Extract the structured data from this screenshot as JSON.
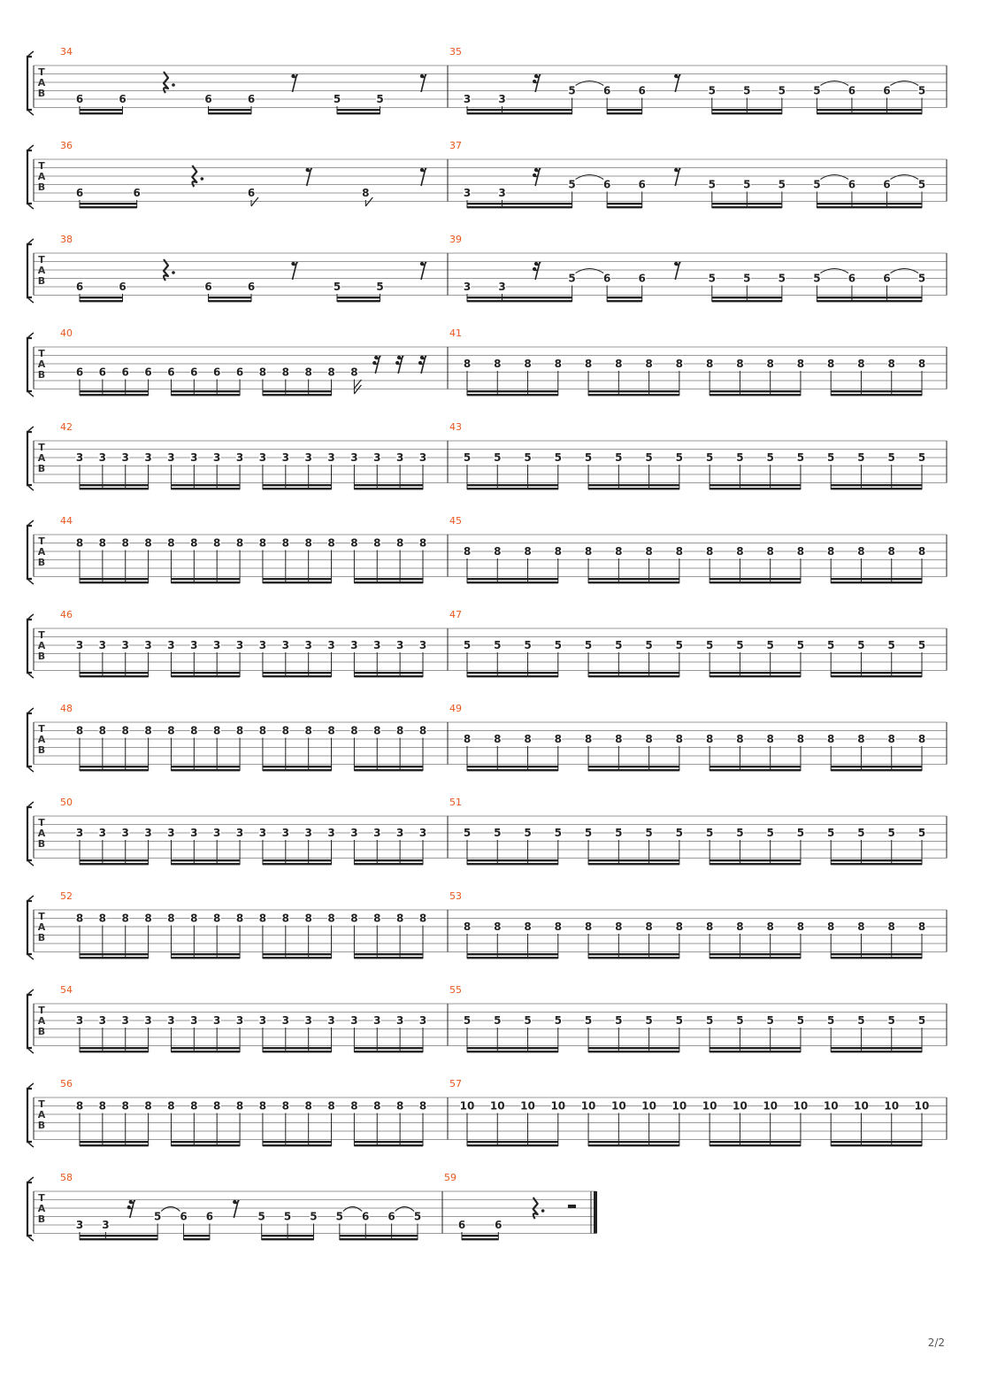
{
  "page": {
    "number_label": "2/2"
  },
  "colors": {
    "ink": "#222222",
    "staff_line": "#9a9a9a",
    "measure_number": "#e8571e"
  },
  "tab_clef": [
    "T",
    "A",
    "B"
  ],
  "systems": [
    {
      "measures": [
        {
          "number": "34",
          "events": [
            {
              "t": "n",
              "f": "6",
              "s": 4,
              "g": 1
            },
            {
              "t": "n",
              "f": "6",
              "s": 4,
              "g": 1
            },
            {
              "t": "r",
              "r": "q."
            },
            {
              "t": "n",
              "f": "6",
              "s": 4,
              "g": 2
            },
            {
              "t": "n",
              "f": "6",
              "s": 4,
              "g": 2
            },
            {
              "t": "r",
              "r": "e"
            },
            {
              "t": "n",
              "f": "5",
              "s": 4,
              "g": 3
            },
            {
              "t": "n",
              "f": "5",
              "s": 4,
              "g": 3
            },
            {
              "t": "r",
              "r": "e"
            }
          ]
        },
        {
          "number": "35",
          "events": [
            {
              "t": "n",
              "f": "3",
              "s": 4,
              "g": 1
            },
            {
              "t": "n",
              "f": "3",
              "s": 4,
              "g": 1
            },
            {
              "t": "r",
              "r": "s"
            },
            {
              "t": "n",
              "f": "5",
              "s": 3,
              "g": 1,
              "tie": "start"
            },
            {
              "t": "n",
              "f": "6",
              "s": 3,
              "g": 2,
              "tie": "end"
            },
            {
              "t": "n",
              "f": "6",
              "s": 3,
              "g": 2
            },
            {
              "t": "r",
              "r": "e"
            },
            {
              "t": "n",
              "f": "5",
              "s": 3,
              "g": 3
            },
            {
              "t": "n",
              "f": "5",
              "s": 3,
              "g": 3
            },
            {
              "t": "n",
              "f": "5",
              "s": 3,
              "g": 3
            },
            {
              "t": "n",
              "f": "5",
              "s": 3,
              "g": 4,
              "tie": "start"
            },
            {
              "t": "n",
              "f": "6",
              "s": 3,
              "g": 4,
              "tie": "end"
            },
            {
              "t": "n",
              "f": "6",
              "s": 3,
              "g": 4,
              "tie": "start"
            },
            {
              "t": "n",
              "f": "5",
              "s": 3,
              "g": 4,
              "tie": "end"
            }
          ]
        }
      ]
    },
    {
      "measures": [
        {
          "number": "36",
          "events": [
            {
              "t": "n",
              "f": "6",
              "s": 4,
              "g": 1
            },
            {
              "t": "n",
              "f": "6",
              "s": 4,
              "g": 1
            },
            {
              "t": "r",
              "r": "q."
            },
            {
              "t": "n",
              "f": "6",
              "s": 4,
              "flag": true
            },
            {
              "t": "r",
              "r": "e"
            },
            {
              "t": "n",
              "f": "8",
              "s": 4,
              "flag": true
            },
            {
              "t": "r",
              "r": "e"
            }
          ]
        },
        {
          "number": "37",
          "events": [
            {
              "t": "n",
              "f": "3",
              "s": 4,
              "g": 1
            },
            {
              "t": "n",
              "f": "3",
              "s": 4,
              "g": 1
            },
            {
              "t": "r",
              "r": "s"
            },
            {
              "t": "n",
              "f": "5",
              "s": 3,
              "g": 1,
              "tie": "start"
            },
            {
              "t": "n",
              "f": "6",
              "s": 3,
              "g": 2,
              "tie": "end"
            },
            {
              "t": "n",
              "f": "6",
              "s": 3,
              "g": 2
            },
            {
              "t": "r",
              "r": "e"
            },
            {
              "t": "n",
              "f": "5",
              "s": 3,
              "g": 3
            },
            {
              "t": "n",
              "f": "5",
              "s": 3,
              "g": 3
            },
            {
              "t": "n",
              "f": "5",
              "s": 3,
              "g": 3
            },
            {
              "t": "n",
              "f": "5",
              "s": 3,
              "g": 4,
              "tie": "start"
            },
            {
              "t": "n",
              "f": "6",
              "s": 3,
              "g": 4,
              "tie": "end"
            },
            {
              "t": "n",
              "f": "6",
              "s": 3,
              "g": 4,
              "tie": "start"
            },
            {
              "t": "n",
              "f": "5",
              "s": 3,
              "g": 4,
              "tie": "end"
            }
          ]
        }
      ]
    },
    {
      "measures": [
        {
          "number": "38",
          "events": [
            {
              "t": "n",
              "f": "6",
              "s": 4,
              "g": 1
            },
            {
              "t": "n",
              "f": "6",
              "s": 4,
              "g": 1
            },
            {
              "t": "r",
              "r": "q."
            },
            {
              "t": "n",
              "f": "6",
              "s": 4,
              "g": 2
            },
            {
              "t": "n",
              "f": "6",
              "s": 4,
              "g": 2
            },
            {
              "t": "r",
              "r": "e"
            },
            {
              "t": "n",
              "f": "5",
              "s": 4,
              "g": 3
            },
            {
              "t": "n",
              "f": "5",
              "s": 4,
              "g": 3
            },
            {
              "t": "r",
              "r": "e"
            }
          ]
        },
        {
          "number": "39",
          "events": [
            {
              "t": "n",
              "f": "3",
              "s": 4,
              "g": 1
            },
            {
              "t": "n",
              "f": "3",
              "s": 4,
              "g": 1
            },
            {
              "t": "r",
              "r": "s"
            },
            {
              "t": "n",
              "f": "5",
              "s": 3,
              "g": 1,
              "tie": "start"
            },
            {
              "t": "n",
              "f": "6",
              "s": 3,
              "g": 2,
              "tie": "end"
            },
            {
              "t": "n",
              "f": "6",
              "s": 3,
              "g": 2
            },
            {
              "t": "r",
              "r": "e"
            },
            {
              "t": "n",
              "f": "5",
              "s": 3,
              "g": 3
            },
            {
              "t": "n",
              "f": "5",
              "s": 3,
              "g": 3
            },
            {
              "t": "n",
              "f": "5",
              "s": 3,
              "g": 3
            },
            {
              "t": "n",
              "f": "5",
              "s": 3,
              "g": 4,
              "tie": "start"
            },
            {
              "t": "n",
              "f": "6",
              "s": 3,
              "g": 4,
              "tie": "end"
            },
            {
              "t": "n",
              "f": "6",
              "s": 3,
              "g": 4,
              "tie": "start"
            },
            {
              "t": "n",
              "f": "5",
              "s": 3,
              "g": 4,
              "tie": "end"
            }
          ]
        }
      ]
    },
    {
      "measures": [
        {
          "number": "40",
          "events": [
            {
              "t": "n",
              "f": "6",
              "s": 3,
              "g": 1
            },
            {
              "t": "n",
              "f": "6",
              "s": 3,
              "g": 1
            },
            {
              "t": "n",
              "f": "6",
              "s": 3,
              "g": 1
            },
            {
              "t": "n",
              "f": "6",
              "s": 3,
              "g": 1
            },
            {
              "t": "n",
              "f": "6",
              "s": 3,
              "g": 2
            },
            {
              "t": "n",
              "f": "6",
              "s": 3,
              "g": 2
            },
            {
              "t": "n",
              "f": "6",
              "s": 3,
              "g": 2
            },
            {
              "t": "n",
              "f": "6",
              "s": 3,
              "g": 2
            },
            {
              "t": "n",
              "f": "8",
              "s": 3,
              "g": 3
            },
            {
              "t": "n",
              "f": "8",
              "s": 3,
              "g": 3
            },
            {
              "t": "n",
              "f": "8",
              "s": 3,
              "g": 3
            },
            {
              "t": "n",
              "f": "8",
              "s": 3,
              "g": 3
            },
            {
              "t": "n",
              "f": "8",
              "s": 3,
              "flag": true,
              "double": true
            },
            {
              "t": "r",
              "r": "s"
            },
            {
              "t": "r",
              "r": "s"
            },
            {
              "t": "r",
              "r": "s"
            }
          ]
        },
        {
          "number": "41",
          "events": [
            {
              "t": "n",
              "f": "8",
              "s": 2,
              "g": 1
            },
            {
              "t": "n",
              "f": "8",
              "s": 2,
              "g": 1
            },
            {
              "t": "n",
              "f": "8",
              "s": 2,
              "g": 1
            },
            {
              "t": "n",
              "f": "8",
              "s": 2,
              "g": 1
            },
            {
              "t": "n",
              "f": "8",
              "s": 2,
              "g": 2
            },
            {
              "t": "n",
              "f": "8",
              "s": 2,
              "g": 2
            },
            {
              "t": "n",
              "f": "8",
              "s": 2,
              "g": 2
            },
            {
              "t": "n",
              "f": "8",
              "s": 2,
              "g": 2
            },
            {
              "t": "n",
              "f": "8",
              "s": 2,
              "g": 3
            },
            {
              "t": "n",
              "f": "8",
              "s": 2,
              "g": 3
            },
            {
              "t": "n",
              "f": "8",
              "s": 2,
              "g": 3
            },
            {
              "t": "n",
              "f": "8",
              "s": 2,
              "g": 3
            },
            {
              "t": "n",
              "f": "8",
              "s": 2,
              "g": 4
            },
            {
              "t": "n",
              "f": "8",
              "s": 2,
              "g": 4
            },
            {
              "t": "n",
              "f": "8",
              "s": 2,
              "g": 4
            },
            {
              "t": "n",
              "f": "8",
              "s": 2,
              "g": 4
            }
          ]
        }
      ]
    },
    {
      "measures": [
        {
          "number": "42",
          "repeat16": {
            "f": "3",
            "s": 2
          }
        },
        {
          "number": "43",
          "repeat16": {
            "f": "5",
            "s": 2
          }
        }
      ]
    },
    {
      "measures": [
        {
          "number": "44",
          "repeat16": {
            "f": "8",
            "s": 1
          }
        },
        {
          "number": "45",
          "repeat16": {
            "f": "8",
            "s": 2
          }
        }
      ]
    },
    {
      "measures": [
        {
          "number": "46",
          "repeat16": {
            "f": "3",
            "s": 2
          }
        },
        {
          "number": "47",
          "repeat16": {
            "f": "5",
            "s": 2
          }
        }
      ]
    },
    {
      "measures": [
        {
          "number": "48",
          "repeat16": {
            "f": "8",
            "s": 1
          }
        },
        {
          "number": "49",
          "repeat16": {
            "f": "8",
            "s": 2
          }
        }
      ]
    },
    {
      "measures": [
        {
          "number": "50",
          "repeat16": {
            "f": "3",
            "s": 2
          }
        },
        {
          "number": "51",
          "repeat16": {
            "f": "5",
            "s": 2
          }
        }
      ]
    },
    {
      "measures": [
        {
          "number": "52",
          "repeat16": {
            "f": "8",
            "s": 1
          }
        },
        {
          "number": "53",
          "repeat16": {
            "f": "8",
            "s": 2
          }
        }
      ]
    },
    {
      "measures": [
        {
          "number": "54",
          "repeat16": {
            "f": "3",
            "s": 2
          }
        },
        {
          "number": "55",
          "repeat16": {
            "f": "5",
            "s": 2
          }
        }
      ]
    },
    {
      "measures": [
        {
          "number": "56",
          "repeat16": {
            "f": "8",
            "s": 1
          }
        },
        {
          "number": "57",
          "repeat16": {
            "f": "10",
            "s": 1
          }
        }
      ]
    },
    {
      "measures": [
        {
          "number": "58",
          "events": [
            {
              "t": "n",
              "f": "3",
              "s": 4,
              "g": 1
            },
            {
              "t": "n",
              "f": "3",
              "s": 4,
              "g": 1
            },
            {
              "t": "r",
              "r": "s"
            },
            {
              "t": "n",
              "f": "5",
              "s": 3,
              "g": 1,
              "tie": "start"
            },
            {
              "t": "n",
              "f": "6",
              "s": 3,
              "g": 2,
              "tie": "end"
            },
            {
              "t": "n",
              "f": "6",
              "s": 3,
              "g": 2
            },
            {
              "t": "r",
              "r": "e"
            },
            {
              "t": "n",
              "f": "5",
              "s": 3,
              "g": 3
            },
            {
              "t": "n",
              "f": "5",
              "s": 3,
              "g": 3
            },
            {
              "t": "n",
              "f": "5",
              "s": 3,
              "g": 3
            },
            {
              "t": "n",
              "f": "5",
              "s": 3,
              "g": 4,
              "tie": "start"
            },
            {
              "t": "n",
              "f": "6",
              "s": 3,
              "g": 4,
              "tie": "end"
            },
            {
              "t": "n",
              "f": "6",
              "s": 3,
              "g": 4,
              "tie": "start"
            },
            {
              "t": "n",
              "f": "5",
              "s": 3,
              "g": 4,
              "tie": "end"
            }
          ]
        },
        {
          "number": "59",
          "final": true,
          "events": [
            {
              "t": "n",
              "f": "6",
              "s": 4,
              "g": 1
            },
            {
              "t": "n",
              "f": "6",
              "s": 4,
              "g": 1
            },
            {
              "t": "r",
              "r": "q."
            },
            {
              "t": "r",
              "r": "h"
            }
          ]
        }
      ]
    }
  ]
}
